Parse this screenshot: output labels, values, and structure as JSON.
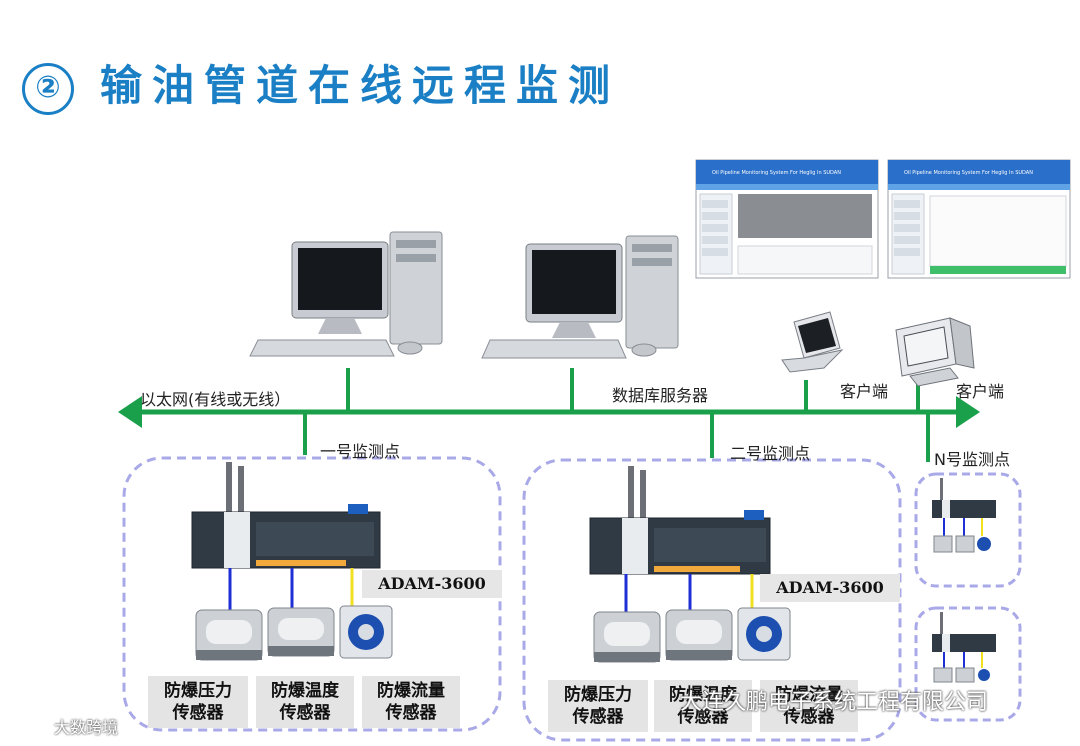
{
  "title": {
    "number": "②",
    "text": "输油管道在线远程监测"
  },
  "network": {
    "ethernet_label": "以太网(有线或无线）",
    "db_server_label": "数据库服务器",
    "client_label_1": "客户端",
    "client_label_2": "客户端"
  },
  "stations": [
    {
      "label": "一号监测点",
      "device": "ADAM-3600",
      "sensors": [
        {
          "label": "防爆压力\n传感器"
        },
        {
          "label": "防爆温度\n传感器"
        },
        {
          "label": "防爆流量\n传感器"
        }
      ]
    },
    {
      "label": "二号监测点",
      "device": "ADAM-3600",
      "sensors": [
        {
          "label": "防爆压力\n传感器"
        },
        {
          "label": "防爆温度\n传感器"
        },
        {
          "label": "防爆流量\n传感器"
        }
      ]
    },
    {
      "label": "N号监测点"
    }
  ],
  "screens": [
    {
      "title": "Oil Pipeline Monitoring System For Heglig In SUDAN"
    },
    {
      "title": "Oil Pipeline Monitoring System For Heglig In SUDAN"
    }
  ],
  "watermarks": {
    "company": "大连久鹏电子系统工程有限公司",
    "source": "大数跨境"
  },
  "colors": {
    "title": "#1a7fc4",
    "bus": "#1aa04a",
    "dashed": "#a9a9e8",
    "wire_blue": "#1f2fd6",
    "wire_yellow": "#f0e020"
  }
}
